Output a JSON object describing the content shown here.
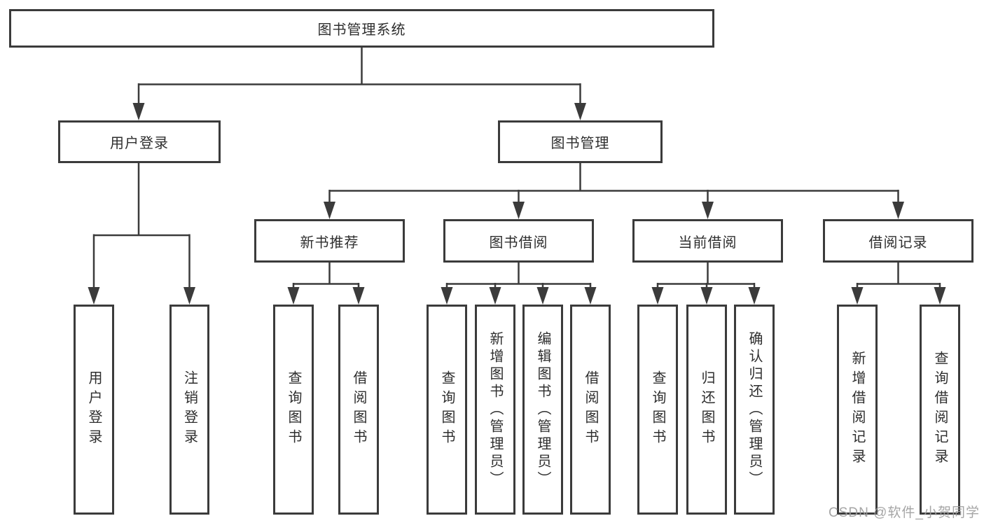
{
  "diagram": {
    "root": {
      "label": "图书管理系统"
    },
    "level2": {
      "user_login": {
        "label": "用户登录"
      },
      "book_mgmt": {
        "label": "图书管理"
      }
    },
    "level3": {
      "new_book_rec": {
        "label": "新书推荐"
      },
      "book_borrow": {
        "label": "图书借阅"
      },
      "current_borrow": {
        "label": "当前借阅"
      },
      "borrow_records": {
        "label": "借阅记录"
      }
    },
    "leaves": {
      "user_login_leaf": {
        "label": "用户登录"
      },
      "logout_leaf": {
        "label": "注销登录"
      },
      "rec_query_books": {
        "label": "查询图书"
      },
      "rec_borrow_books": {
        "label": "借阅图书"
      },
      "bb_query_books": {
        "label": "查询图书"
      },
      "bb_add_books": {
        "label": "新增图书（管理员）"
      },
      "bb_edit_books": {
        "label": "编辑图书（管理员）"
      },
      "bb_borrow_books": {
        "label": "借阅图书"
      },
      "cb_query_books": {
        "label": "查询图书"
      },
      "cb_return_books": {
        "label": "归还图书"
      },
      "cb_confirm_return": {
        "label": "确认归还（管理员）"
      },
      "br_add_record": {
        "label": "新增借阅记录"
      },
      "br_query_record": {
        "label": "查询借阅记录"
      }
    }
  },
  "watermark": {
    "text": "CSDN @软件_小贺同学"
  },
  "colors": {
    "line": "#3b3b3b",
    "box_border": "#3b3b3b",
    "box_bg": "#ffffff",
    "text": "#2e2e2e",
    "watermark": "#9e9e9e"
  }
}
